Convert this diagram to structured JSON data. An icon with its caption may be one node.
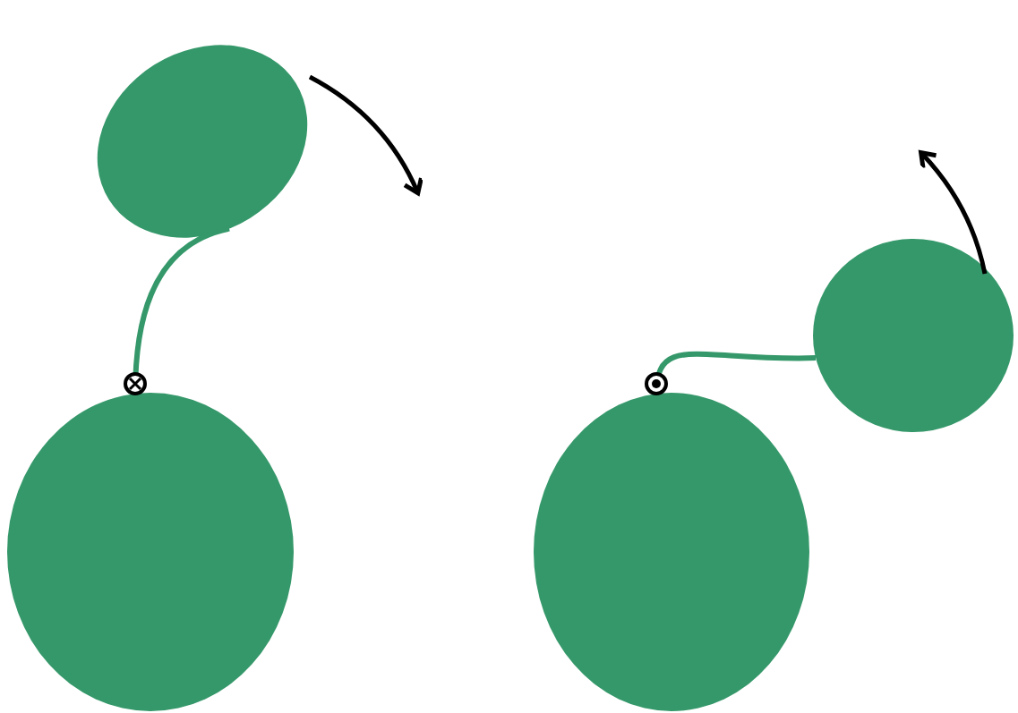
{
  "diagram": {
    "nodes": [
      {
        "text": [],
        "shape": "ellipse"
      },
      {
        "text": [],
        "shape": "ellipse"
      },
      {
        "text": [],
        "shape": "ellipse"
      },
      {
        "text": [],
        "shape": "ellipse"
      }
    ],
    "edges": [
      {
        "from": 0,
        "to": 2,
        "arrow": "other"
      },
      {
        "from": 1,
        "to": 3,
        "arrow": "other"
      }
    ]
  }
}
